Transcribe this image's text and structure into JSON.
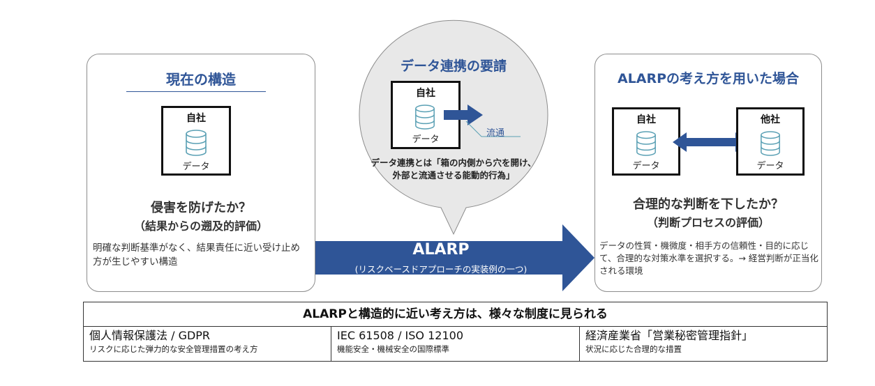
{
  "left": {
    "title": "現在の構造",
    "company": "自社",
    "data_label": "データ",
    "question_line1": "侵害を防げたか？",
    "question_line2": "（結果からの遡及的評価）",
    "description": "明確な判断基準がなく、結果責任に近い受け止め方が生じやすい構造"
  },
  "center": {
    "title": "データ連携の要請",
    "company": "自社",
    "data_label": "データ",
    "flow_label": "流通",
    "text_line1": "データ連携とは「箱の内側から穴を開け、",
    "text_line2": "外部と流通させる能動的行為」"
  },
  "arrow": {
    "main": "ALARP",
    "sub": "(リスクベースドアプローチの実装例の一つ)"
  },
  "right": {
    "title": "ALARPの考え方を用いた場合",
    "company_self": "自社",
    "company_other": "他社",
    "data_label": "データ",
    "question_line1": "合理的な判断を下したか？",
    "question_line2": "（判断プロセスの評価）",
    "description": "データの性質・機微度・相手方の信頼性・目的に応じて、合理的な対策水準を選択する。→ 経営判断が正当化される環境"
  },
  "bottom": {
    "heading": "ALARPと構造的に近い考え方は、様々な制度に見られる",
    "cells": [
      {
        "main": "個人情報保護法 / GDPR",
        "sub": "リスクに応じた弾力的な安全管理措置の考え方"
      },
      {
        "main": "IEC 61508 / ISO 12100",
        "sub": "機能安全・機械安全の国際標準"
      },
      {
        "main": "経済産業省「営業秘密管理指針」",
        "sub": "状況に応じた合理的な措置"
      }
    ]
  },
  "colors": {
    "accent": "#2f5597",
    "arrow": "#2f5597",
    "icon": "#5aa0b4",
    "bubble_fill": "#e8e8e8"
  }
}
